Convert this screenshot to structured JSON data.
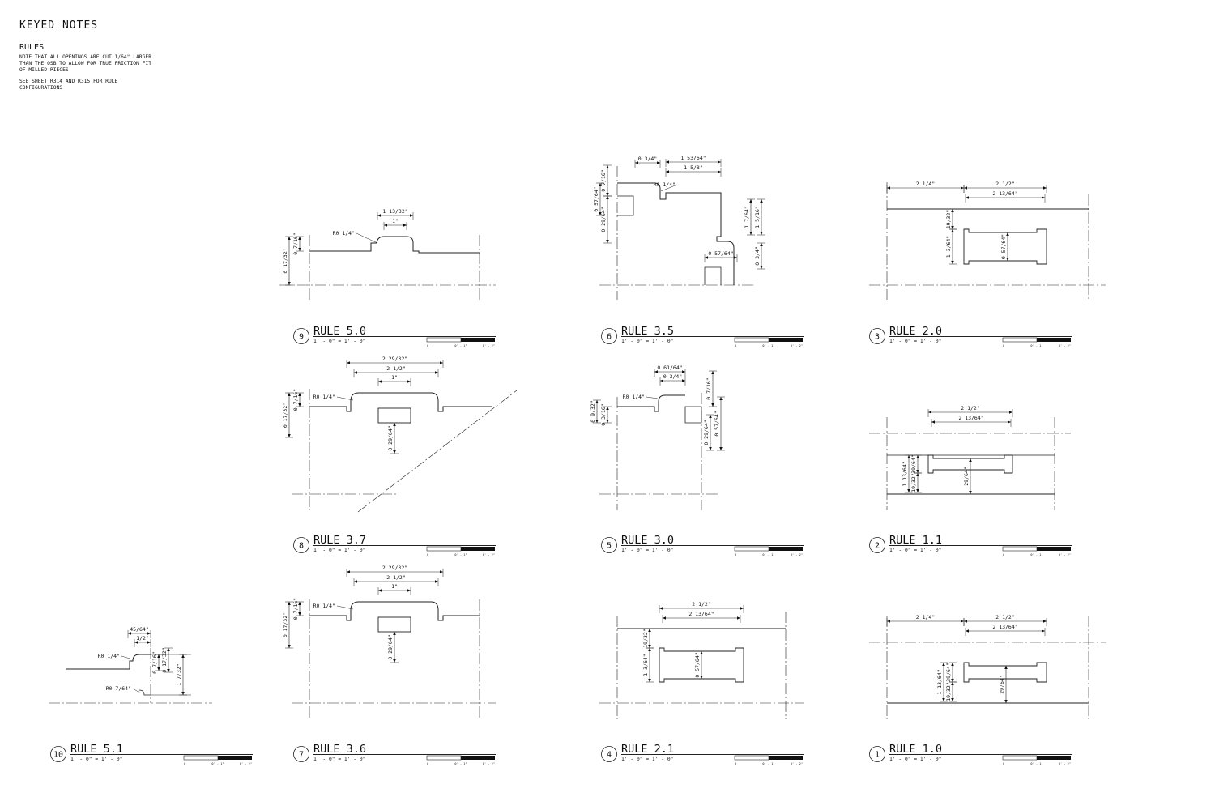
{
  "notes": {
    "title": "KEYED NOTES",
    "subtitle": "RULES",
    "paragraph1": "NOTE THAT ALL OPENINGS ARE CUT 1/64\" LARGER THAN THE OSB TO ALLOW FOR TRUE FRICTION FIT OF MILLED PIECES",
    "paragraph2": "SEE SHEET R314 AND R315 FOR RULE CONFIGURATIONS"
  },
  "scalebar": {
    "zero": "0",
    "mid": "0' - 1\"",
    "end": "0' - 2\""
  },
  "details": [
    {
      "num": "9",
      "title": "RULE 5.0",
      "scale": "1' - 0\" = 1' - 0\"",
      "dims": [
        "1 13/32\"",
        "1\"",
        "R0 1/4\"",
        "0 17/32\"",
        "0 7/16\""
      ]
    },
    {
      "num": "6",
      "title": "RULE 3.5",
      "scale": "1' - 0\" = 1' - 0\"",
      "dims": [
        "0 3/4\"",
        "1 53/64\"",
        "1 5/8\"",
        "R0 1/4\"",
        "0 7/16\"",
        "0 57/64\"",
        "0 29/64\"",
        "1 7/64\"",
        "1 5/16\"",
        "0 3/4\"",
        "0 57/64\""
      ]
    },
    {
      "num": "3",
      "title": "RULE 2.0",
      "scale": "1' - 0\" = 1' - 0\"",
      "dims": [
        "2 1/4\"",
        "2 1/2\"",
        "2 13/64\"",
        "19/32\"",
        "1 3/64\"",
        "0 57/64\""
      ]
    },
    {
      "num": "8",
      "title": "RULE 3.7",
      "scale": "1' - 0\" = 1' - 0\"",
      "dims": [
        "2 29/32\"",
        "2 1/2\"",
        "1\"",
        "R0 1/4\"",
        "0 17/32\"",
        "0 7/16\"",
        "0 29/64\""
      ]
    },
    {
      "num": "5",
      "title": "RULE 3.0",
      "scale": "1' - 0\" = 1' - 0\"",
      "dims": [
        "0 61/64\"",
        "0 3/4\"",
        "R0 1/4\"",
        "0 7/16\"",
        "0 9/32\"",
        "0 3/16\"",
        "0 29/64\"",
        "0 57/64\""
      ]
    },
    {
      "num": "2",
      "title": "RULE 1.1",
      "scale": "1' - 0\" = 1' - 0\"",
      "dims": [
        "2 1/2\"",
        "2 13/64\"",
        "1 13/64\"",
        "39/64\"",
        "19/32\"",
        "29/64\""
      ]
    },
    {
      "num": "10",
      "title": "RULE 5.1",
      "scale": "1' - 0\" = 1' - 0\"",
      "dims": [
        "45/64\"",
        "1/2\"",
        "R0 1/4\"",
        "0 7/16\"",
        "0 17/32\"",
        "1 7/32\"",
        "R0 7/64\""
      ]
    },
    {
      "num": "7",
      "title": "RULE 3.6",
      "scale": "1' - 0\" = 1' - 0\"",
      "dims": [
        "2 29/32\"",
        "2 1/2\"",
        "1\"",
        "R0 1/4\"",
        "0 17/32\"",
        "0 7/16\"",
        "0 29/64\""
      ]
    },
    {
      "num": "4",
      "title": "RULE 2.1",
      "scale": "1' - 0\" = 1' - 0\"",
      "dims": [
        "2 1/2\"",
        "2 13/64\"",
        "19/32\"",
        "1 3/64\"",
        "0 57/64\""
      ]
    },
    {
      "num": "1",
      "title": "RULE 1.0",
      "scale": "1' - 0\" = 1' - 0\"",
      "dims": [
        "2 1/4\"",
        "2 1/2\"",
        "2 13/64\"",
        "1 13/64\"",
        "39/64\"",
        "19/32\"",
        "29/64\""
      ]
    }
  ]
}
